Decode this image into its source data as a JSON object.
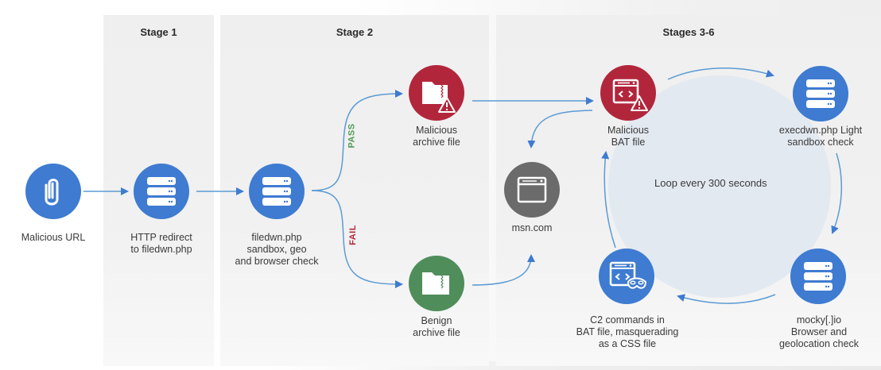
{
  "stages": [
    {
      "title": "Stage 1"
    },
    {
      "title": "Stage 2"
    },
    {
      "title": "Stages 3-6"
    }
  ],
  "nodes": {
    "malicious_url": {
      "label": [
        "Malicious URL"
      ],
      "icon": "paperclip-icon",
      "color": "#3e7bd1"
    },
    "http_redirect": {
      "label": [
        "HTTP redirect",
        "to filedwn.php"
      ],
      "icon": "server-icon",
      "color": "#3e7bd1"
    },
    "filedwn": {
      "label": [
        "filedwn.php",
        "sandbox, geo",
        "and browser check"
      ],
      "icon": "server-icon",
      "color": "#3e7bd1"
    },
    "malicious_archive": {
      "label": [
        "Malicious",
        "archive file"
      ],
      "icon": "zip-folder-warning-icon",
      "color": "#b2263c"
    },
    "benign_archive": {
      "label": [
        "Benign",
        "archive file"
      ],
      "icon": "zip-folder-icon",
      "color": "#4f8d5b"
    },
    "msn": {
      "label": [
        "msn.com"
      ],
      "icon": "browser-window-icon",
      "color": "#6b6b6b"
    },
    "malicious_bat": {
      "label": [
        "Malicious",
        "BAT file"
      ],
      "icon": "code-window-warning-icon",
      "color": "#b2263c"
    },
    "execdwn": {
      "label": [
        "execdwn.php Light",
        "sandbox check"
      ],
      "icon": "server-icon",
      "color": "#3e7bd1"
    },
    "mocky": {
      "label": [
        "mocky[.]io",
        "Browser and",
        "geolocation check"
      ],
      "icon": "server-icon",
      "color": "#3e7bd1"
    },
    "c2": {
      "label": [
        "C2 commands in",
        "BAT file, masquerading",
        "as a CSS file"
      ],
      "icon": "code-window-mask-icon",
      "color": "#3e7bd1"
    }
  },
  "branches": {
    "pass": "PASS",
    "fail": "FAIL"
  },
  "loop": {
    "text": "Loop every 300 seconds"
  },
  "colors": {
    "arrow": "#5b9bd5",
    "loop_fill": "#e3e9f1",
    "pass": "#4f9a56",
    "fail": "#b2263c"
  }
}
